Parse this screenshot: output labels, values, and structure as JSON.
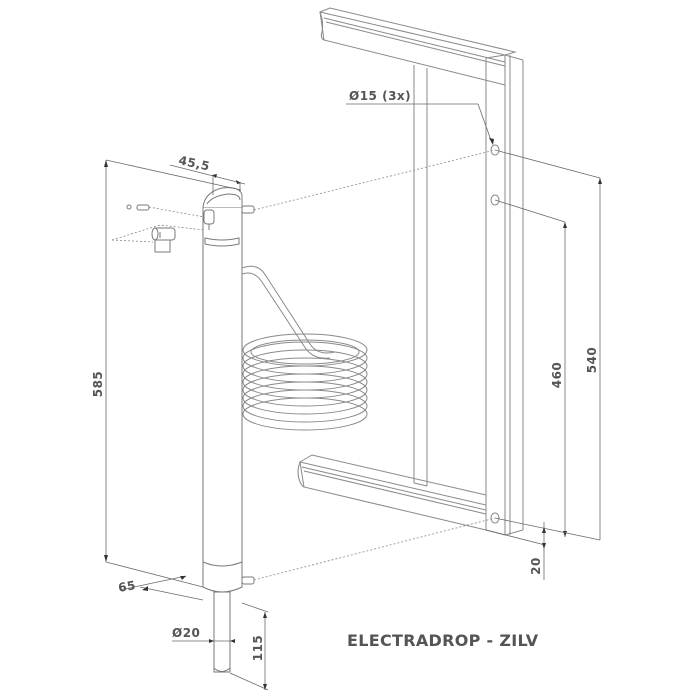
{
  "title": "ELECTRADROP - ZILV",
  "dimensions": {
    "hole_diameter": "Ø15 (3x)",
    "top_width": "45,5",
    "post_height": "585",
    "depth": "65",
    "pin_diameter": "Ø20",
    "pin_length": "115",
    "hole_spacing_inner": "460",
    "hole_spacing_outer": "540",
    "bottom_offset": "20"
  },
  "components": {
    "drop_post": "drop-bolt post with lock cylinder",
    "lock_cylinder": "half euro cylinder",
    "screw": "fixing screw",
    "cable": "coiled electric cable",
    "gate_frame": "gate frame with 3 mounting holes"
  },
  "colors": {
    "line": "#8a8a8a",
    "text": "#555555",
    "background": "#ffffff"
  }
}
